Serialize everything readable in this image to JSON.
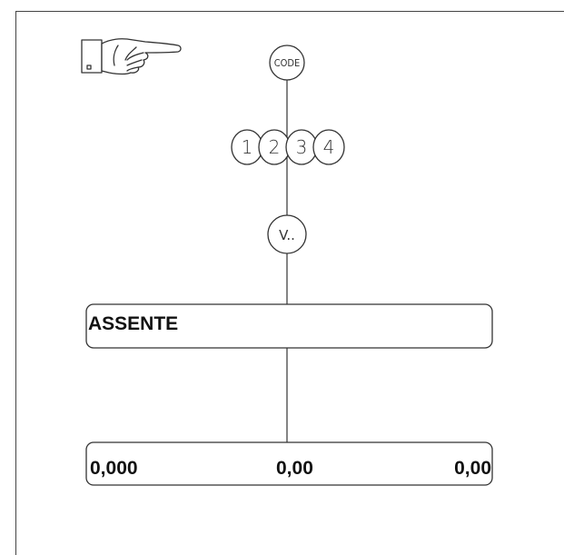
{
  "keys": {
    "code_label": "CODE",
    "digits": [
      "1",
      "2",
      "3",
      "4"
    ],
    "v_label": "V.."
  },
  "display_top": {
    "text": "ASSENTE"
  },
  "display_bottom": {
    "value_1": "0,000",
    "value_2": "0,00",
    "value_3": "0,00"
  }
}
